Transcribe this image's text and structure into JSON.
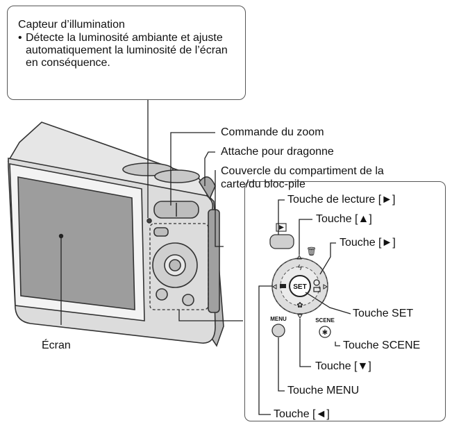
{
  "callout": {
    "title": "Capteur d’illumination",
    "text": "Détecte la luminosité ambiante et ajuste automatiquement la luminosité de l’écran en conséquence."
  },
  "labels": {
    "zoom": "Commande du zoom",
    "strap": "Attache pour dragonne",
    "cover_line1": "Couvercle du compartiment de la",
    "cover_line2": "carte/du bloc-pile",
    "screen": "Écran",
    "playback": "Touche de lecture [►]",
    "up": "Touche [▲]",
    "right": "Touche [►]",
    "set": "Touche SET",
    "scene": "Touche SCENE",
    "down": "Touche [▼]",
    "menu": "Touche MENU",
    "left": "Touche [◄]"
  },
  "button_marks": {
    "set": "SET",
    "menu": "MENU",
    "scene": "SCENE"
  },
  "colors": {
    "camera_body": "#d9d9d9",
    "camera_shadow": "#9a9a9a",
    "screen": "#9d9d9d",
    "dpad": "#dedede",
    "outline": "#333333"
  }
}
